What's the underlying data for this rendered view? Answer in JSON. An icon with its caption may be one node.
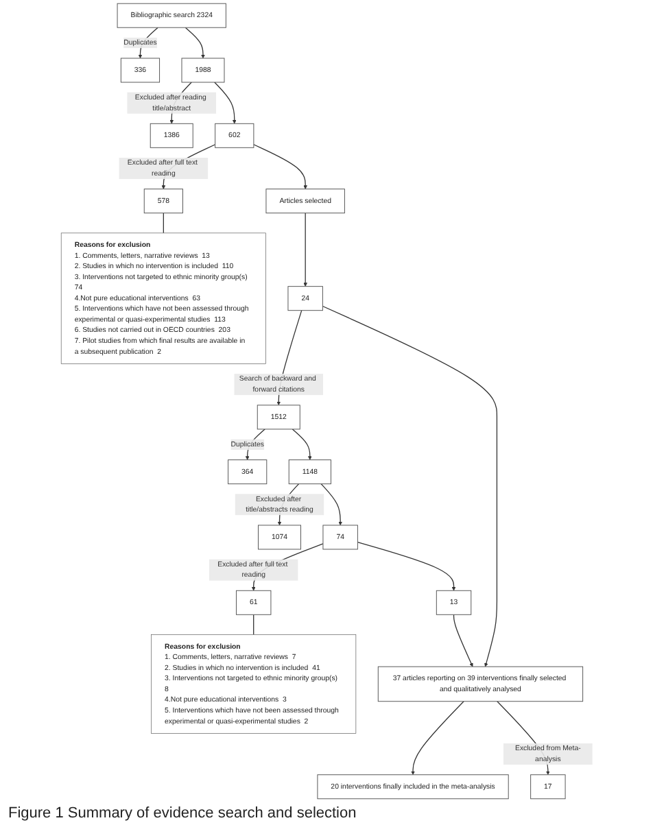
{
  "diagram": {
    "caption": "Figure 1 Summary of evidence search and selection",
    "nodes": [
      {
        "text": [
          "Bibliographic search 2324"
        ]
      },
      {
        "text": [
          "336"
        ]
      },
      {
        "text": [
          "1988"
        ]
      },
      {
        "text": [
          "1386"
        ]
      },
      {
        "text": [
          "602"
        ]
      },
      {
        "text": [
          "578"
        ]
      },
      {
        "text": [
          "Reasons for exclusion",
          "1. Comments, letters, narrative reviews",
          "13",
          "2. Studies in which no intervention is included",
          "110",
          "3. Interventions not targeted to ethnic minority group(s)",
          "74",
          "4.Not pure educational interventions",
          "63",
          "5. Interventions which have not been assessed through experimental or quasi-experimental studies",
          "113",
          "6. Studies not carried out in OECD countries",
          "203",
          "7. Pilot studies from which final results are available in a subsequent publication",
          "2"
        ]
      },
      {
        "text": [
          "Articles selected"
        ]
      },
      {
        "text": [
          "24"
        ]
      },
      {
        "text": [
          "1512"
        ]
      },
      {
        "text": [
          "364"
        ]
      },
      {
        "text": [
          "1148"
        ]
      },
      {
        "text": [
          "1074"
        ]
      },
      {
        "text": [
          "74"
        ]
      },
      {
        "text": [
          "61"
        ]
      },
      {
        "text": [
          "Reasons for exclusion",
          "1. Comments, letters, narrative reviews",
          "7",
          "2. Studies in which no intervention is included",
          "41",
          "3. Interventions not targeted to ethnic minority group(s)",
          "8",
          "4.Not pure educational interventions",
          "3",
          "5. Interventions which have not been assessed through experimental or quasi-experimental studies",
          "2"
        ]
      },
      {
        "text": [
          "13"
        ]
      },
      {
        "text": [
          "37 articles reporting on 39 interventions finally selected and qualitatively analysed"
        ]
      },
      {
        "text": [
          "17"
        ]
      },
      {
        "text": [
          "20 interventions finally included in the meta-analysis"
        ]
      }
    ],
    "edges": [
      {
        "from": 0,
        "to": 2,
        "arrow": "to"
      },
      {
        "from": 0,
        "to": 1,
        "arrow": "to",
        "label": "Duplicates"
      },
      {
        "from": 2,
        "to": 4,
        "arrow": "to"
      },
      {
        "from": 2,
        "to": 3,
        "arrow": "to",
        "label": "Excluded after reading title/abstract"
      },
      {
        "from": 4,
        "to": 5,
        "arrow": "to",
        "label": "Excluded after full text reading"
      },
      {
        "from": 5,
        "to": 6,
        "arrow": "none"
      },
      {
        "from": 4,
        "to": 7,
        "arrow": "to"
      },
      {
        "from": 7,
        "to": 8,
        "arrow": "to"
      },
      {
        "from": 8,
        "to": 9,
        "arrow": "to",
        "label": "Search of backward and forward citations"
      },
      {
        "from": 9,
        "to": 11,
        "arrow": "to"
      },
      {
        "from": 9,
        "to": 10,
        "arrow": "to",
        "label": "Duplicates"
      },
      {
        "from": 11,
        "to": 13,
        "arrow": "to"
      },
      {
        "from": 11,
        "to": 12,
        "arrow": "to",
        "label": "Excluded after title/abstracts reading"
      },
      {
        "from": 13,
        "to": 16,
        "arrow": "to"
      },
      {
        "from": 13,
        "to": 14,
        "arrow": "to",
        "label": "Excluded after full text reading"
      },
      {
        "from": 14,
        "to": 15,
        "arrow": "none"
      },
      {
        "from": 8,
        "to": 17,
        "arrow": "to"
      },
      {
        "from": 16,
        "to": 17,
        "arrow": "to"
      },
      {
        "from": 17,
        "to": 19,
        "arrow": "to"
      },
      {
        "from": 17,
        "to": 18,
        "arrow": "to",
        "label": "Excluded from Meta-analysis"
      }
    ]
  }
}
